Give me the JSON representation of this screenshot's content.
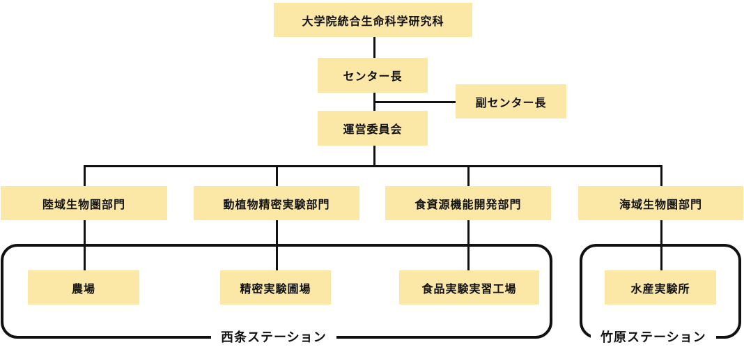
{
  "top": {
    "graduate_school": "大学院統合生命科学研究科"
  },
  "leadership": {
    "director": "センター長",
    "vice_director": "副センター長",
    "committee": "運営委員会"
  },
  "divisions": [
    {
      "label": "陸域生物圏部門"
    },
    {
      "label": "動植物精密実験部門"
    },
    {
      "label": "食資源機能開発部門"
    },
    {
      "label": "海域生物圏部門"
    }
  ],
  "facilities": [
    {
      "label": "農場"
    },
    {
      "label": "精密実験圃場"
    },
    {
      "label": "食品実験実習工場"
    },
    {
      "label": "水産実験所"
    }
  ],
  "stations": {
    "saijo": "西条ステーション",
    "takehara": "竹原ステーション"
  },
  "colors": {
    "box_fill": "#fbe8a6",
    "line": "#111111"
  }
}
